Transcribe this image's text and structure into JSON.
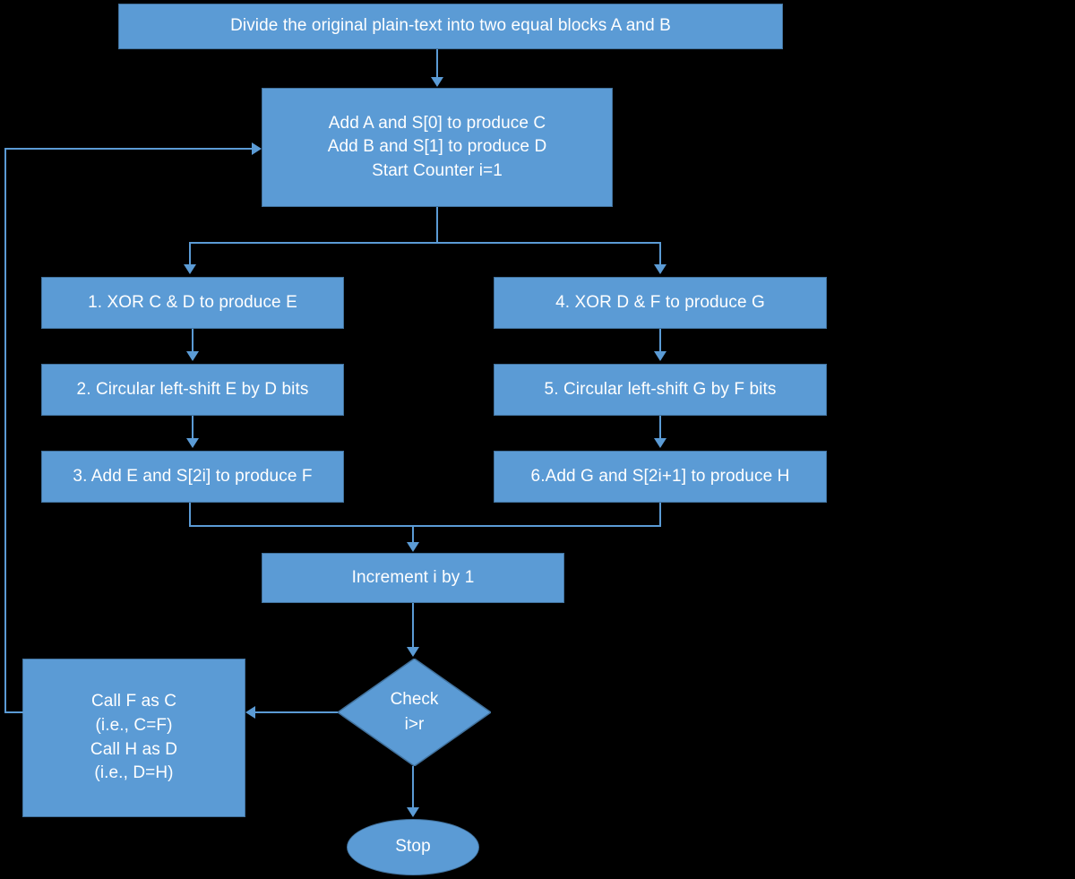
{
  "diagram": {
    "title": "RC5-style encryption round flowchart",
    "type": "flowchart",
    "colors": {
      "node_fill": "#5B9BD5",
      "node_border": "#41719C",
      "node_text": "#FFFFFF",
      "connector": "#5B9BD5",
      "background": "#000000"
    },
    "nodes": [
      {
        "id": "start",
        "shape": "rectangle",
        "label": "Divide the original plain-text into two equal blocks A and B"
      },
      {
        "id": "init",
        "shape": "rectangle",
        "label": "Add A and S[0] to produce C\nAdd B and S[1] to produce D\nStart Counter i=1"
      },
      {
        "id": "step1",
        "shape": "rectangle",
        "label": "1. XOR C & D to produce E"
      },
      {
        "id": "step2",
        "shape": "rectangle",
        "label": "2. Circular left-shift E by D bits"
      },
      {
        "id": "step3",
        "shape": "rectangle",
        "label": "3. Add E and S[2i] to produce F"
      },
      {
        "id": "step4",
        "shape": "rectangle",
        "label": "4. XOR D & F to produce G"
      },
      {
        "id": "step5",
        "shape": "rectangle",
        "label": "5. Circular left-shift G by F bits"
      },
      {
        "id": "step6",
        "shape": "rectangle",
        "label": "6.Add G and S[2i+1] to produce H"
      },
      {
        "id": "increment",
        "shape": "rectangle",
        "label": "Increment i by 1"
      },
      {
        "id": "check",
        "shape": "diamond",
        "label": "Check\ni>r"
      },
      {
        "id": "reassign",
        "shape": "rectangle",
        "label": "Call F as C\n(i.e., C=F)\nCall H as D\n(i.e., D=H)"
      },
      {
        "id": "stop",
        "shape": "ellipse",
        "label": "Stop"
      }
    ],
    "edges": [
      {
        "from": "start",
        "to": "init",
        "label": ""
      },
      {
        "from": "init",
        "to": "step1",
        "label": ""
      },
      {
        "from": "init",
        "to": "step4",
        "label": ""
      },
      {
        "from": "step1",
        "to": "step2",
        "label": ""
      },
      {
        "from": "step2",
        "to": "step3",
        "label": ""
      },
      {
        "from": "step4",
        "to": "step5",
        "label": ""
      },
      {
        "from": "step5",
        "to": "step6",
        "label": ""
      },
      {
        "from": "step3",
        "to": "increment",
        "label": ""
      },
      {
        "from": "step6",
        "to": "increment",
        "label": ""
      },
      {
        "from": "increment",
        "to": "check",
        "label": ""
      },
      {
        "from": "check",
        "to": "reassign",
        "label": ""
      },
      {
        "from": "check",
        "to": "stop",
        "label": ""
      },
      {
        "from": "reassign",
        "to": "init",
        "label": ""
      }
    ]
  }
}
